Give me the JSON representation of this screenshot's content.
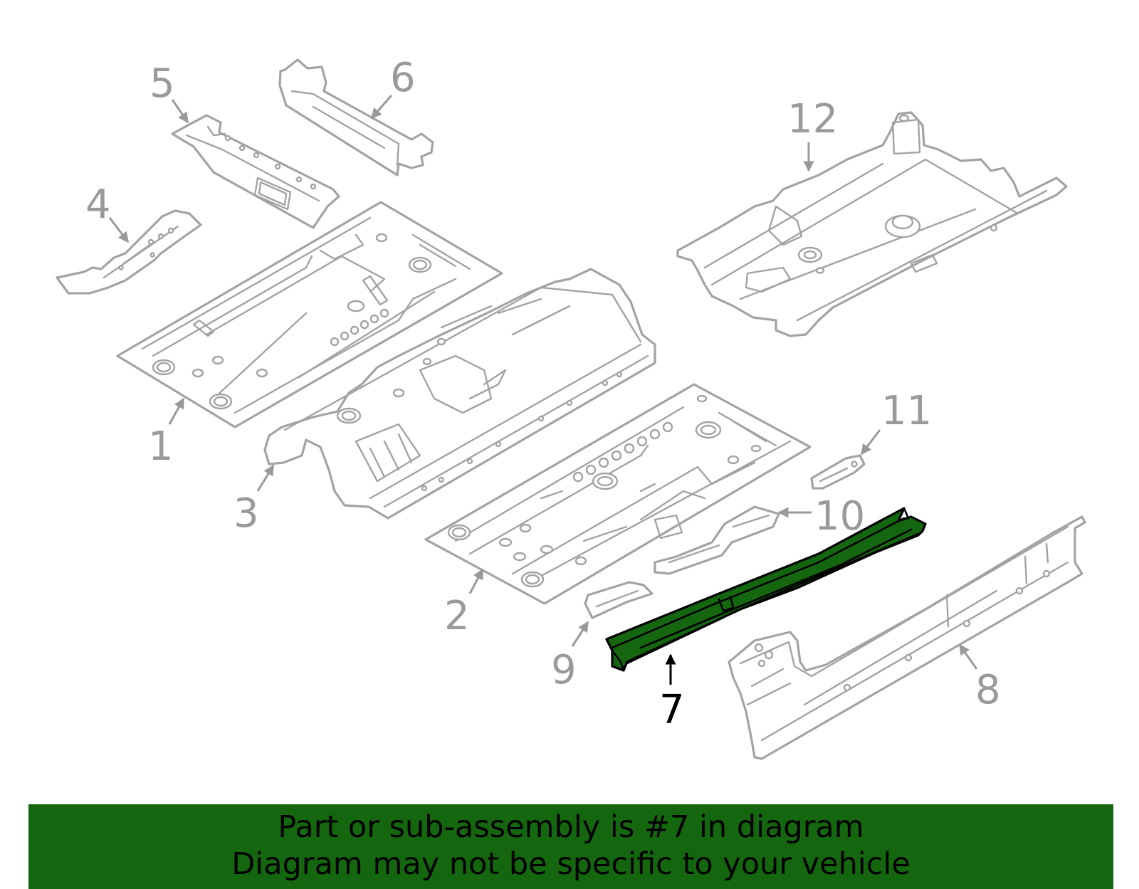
{
  "banner": {
    "line1": "Part or sub-assembly is #7 in diagram",
    "line2": "Diagram may not be specific to your vehicle",
    "color": "#15670f"
  },
  "highlight": {
    "part_number": "7",
    "color": "#15670f"
  },
  "callouts": [
    {
      "id": "1",
      "label": "1"
    },
    {
      "id": "2",
      "label": "2"
    },
    {
      "id": "3",
      "label": "3"
    },
    {
      "id": "4",
      "label": "4"
    },
    {
      "id": "5",
      "label": "5"
    },
    {
      "id": "6",
      "label": "6"
    },
    {
      "id": "7",
      "label": "7"
    },
    {
      "id": "8",
      "label": "8"
    },
    {
      "id": "9",
      "label": "9"
    },
    {
      "id": "10",
      "label": "10"
    },
    {
      "id": "11",
      "label": "11"
    },
    {
      "id": "12",
      "label": "12"
    }
  ]
}
